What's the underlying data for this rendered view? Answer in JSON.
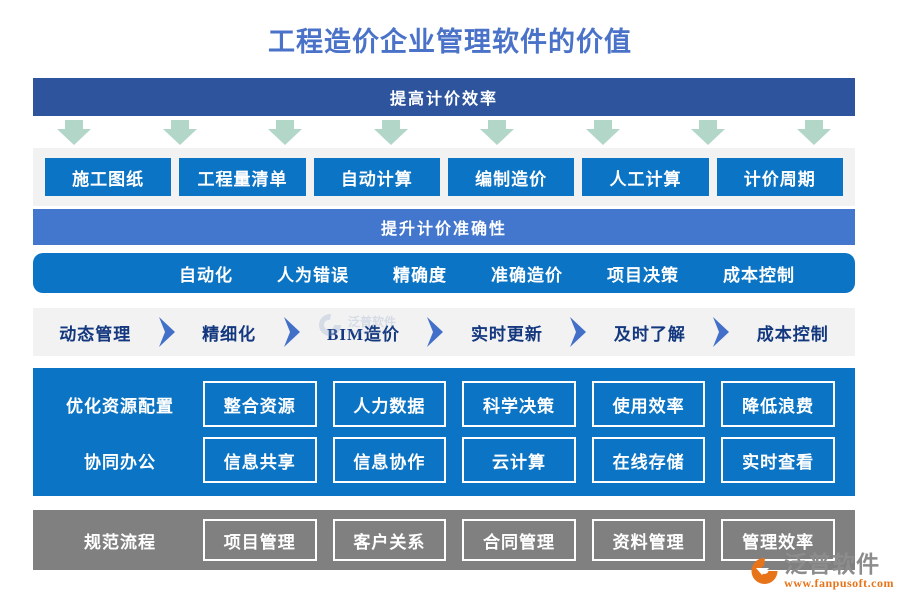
{
  "title": "工程造价企业管理软件的价值",
  "section1": {
    "header": "提高计价效率",
    "arrow_icon": "down-arrow-icon",
    "arrow_count": 8,
    "boxes": [
      "施工图纸",
      "工程量清单",
      "自动计算",
      "编制造价",
      "人工计算",
      "计价周期"
    ]
  },
  "section2": {
    "header": "提升计价准确性",
    "items": [
      "自动化",
      "人为错误",
      "精确度",
      "准确造价",
      "项目决策",
      "成本控制"
    ]
  },
  "section3": {
    "steps": [
      "动态管理",
      "精细化",
      "BIM造价",
      "实时更新",
      "及时了解",
      "成本控制"
    ],
    "chevron_icon": "chevron-right-icon"
  },
  "section4": {
    "rows": [
      {
        "lead": "优化资源配置",
        "cells": [
          "整合资源",
          "人力数据",
          "科学决策",
          "使用效率",
          "降低浪费"
        ]
      },
      {
        "lead": "协同办公",
        "cells": [
          "信息共享",
          "信息协作",
          "云计算",
          "在线存储",
          "实时查看"
        ]
      }
    ]
  },
  "section5": {
    "lead": "规范流程",
    "cells": [
      "项目管理",
      "客户关系",
      "合同管理",
      "资料管理",
      "管理效率"
    ]
  },
  "watermark": {
    "name": "泛普软件",
    "sub": "www.fanpusoft.com",
    "icon": "fanpu-swoosh-icon"
  },
  "logo": {
    "name": "泛普软件",
    "url": "www.fanpusoft.com",
    "icon": "fanpu-swoosh-icon"
  },
  "colors": {
    "title": "#4a72c8",
    "header_dark": "#2e549e",
    "header_light": "#4377ce",
    "box_blue": "#0c74c4",
    "band_gray": "#f2f2f2",
    "gray_block": "#808080",
    "arrow_green": "#b2d6c7",
    "chevron_blue": "#4270c8",
    "logo_orange": "#e8741a"
  }
}
